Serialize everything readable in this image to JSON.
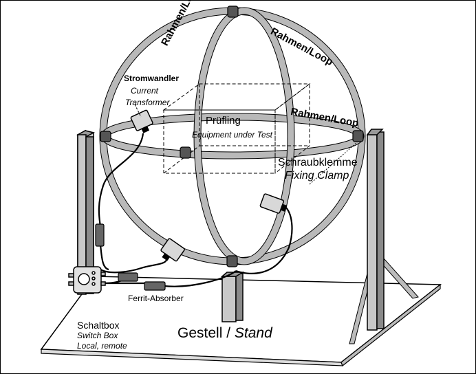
{
  "labels": {
    "loop_top": "Rahmen/Loop",
    "loop_upper": "Rahmen/Loop",
    "loop_right": "Rahmen/Loop",
    "current_transformer_de": "Stromwandler",
    "current_transformer_en_1": "Current",
    "current_transformer_en_2": "Transformer",
    "eut_de": "Prüfling",
    "eut_en": "Equipment under Test",
    "clamp_de": "Schraubklemme",
    "clamp_en": "Fixing Clamp",
    "ferrite": "Ferrit-Absorber",
    "switchbox_de": "Schaltbox",
    "switchbox_en": "Switch Box",
    "switchbox_mode": "Local, remote",
    "stand_de": "Gestell /",
    "stand_en": "Stand"
  },
  "colors": {
    "loop": "#b9b9b9",
    "ink": "#000000",
    "post_light": "#c8c8c8",
    "post_dark": "#7a7a7a",
    "clamp": "#555555"
  }
}
